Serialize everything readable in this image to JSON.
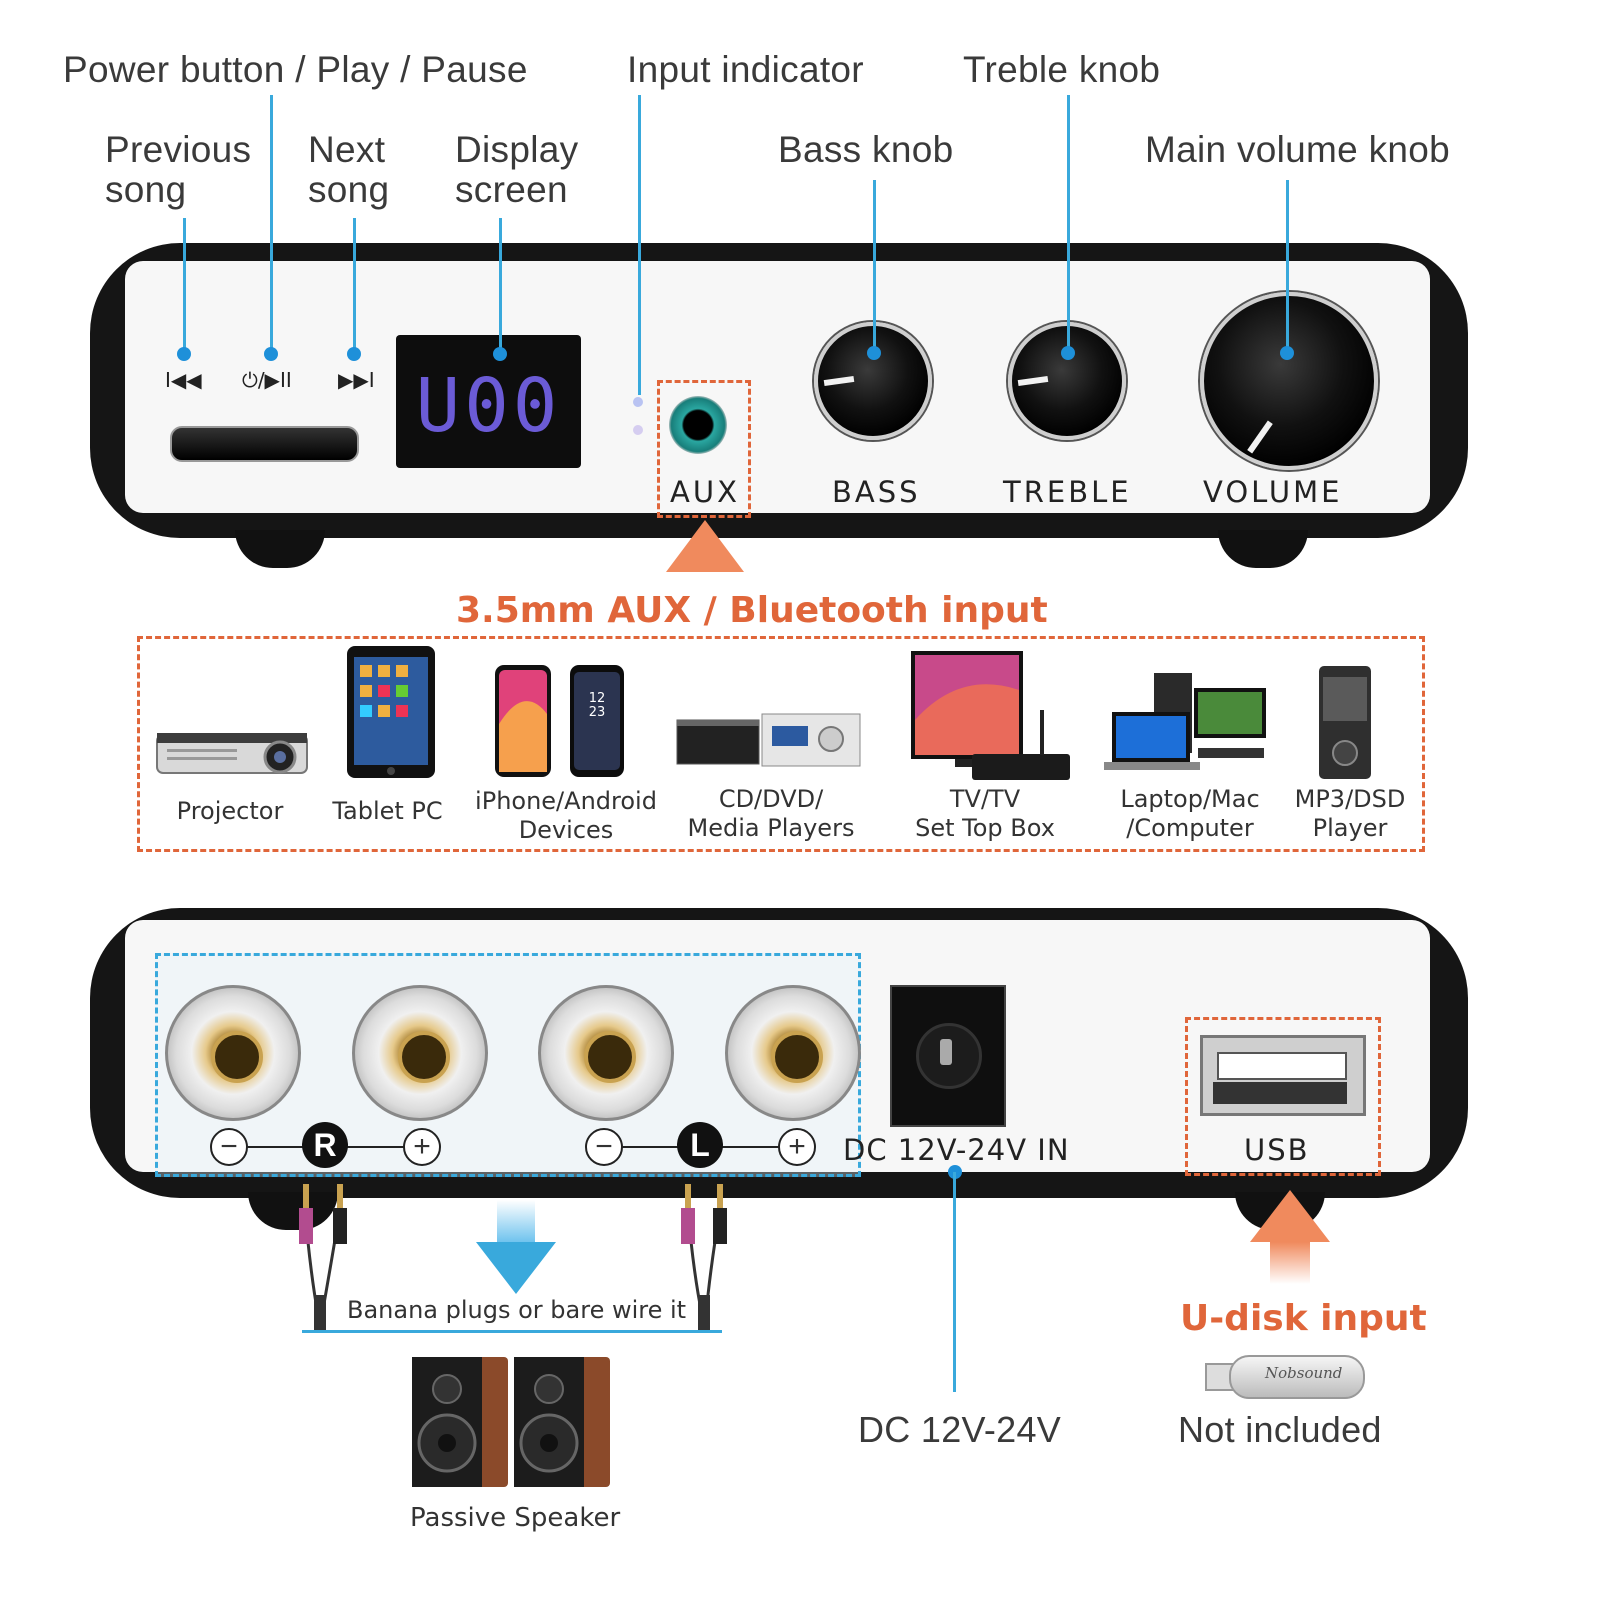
{
  "callouts": {
    "power_play": "Power button /  Play / Pause",
    "input_indicator": "Input indicator",
    "treble_knob": "Treble knob",
    "previous_song": "Previous\nsong",
    "next_song": "Next\nsong",
    "display_screen": "Display\nscreen",
    "bass_knob": "Bass knob",
    "main_volume_knob": "Main volume knob"
  },
  "front_panel": {
    "prev_symbol": "I◀◀",
    "play_symbol": "⏻/▶II",
    "next_symbol": "▶▶I",
    "display_value": "U00",
    "aux_label": "AUX",
    "bass_label": "BASS",
    "treble_label": "TREBLE",
    "volume_label": "VOLUME"
  },
  "input_section": {
    "title": "3.5mm AUX / Bluetooth input",
    "devices": [
      {
        "label": "Projector",
        "icon": "projector-icon"
      },
      {
        "label": "Tablet PC",
        "icon": "tablet-icon"
      },
      {
        "label": "iPhone/Android\nDevices",
        "icon": "smartphone-icon"
      },
      {
        "label": "CD/DVD/\nMedia Players",
        "icon": "media-player-icon"
      },
      {
        "label": "TV/TV\nSet Top Box",
        "icon": "tv-icon"
      },
      {
        "label": "Laptop/Mac\n/Computer",
        "icon": "computer-icon"
      },
      {
        "label": "MP3/DSD\nPlayer",
        "icon": "mp3-player-icon"
      }
    ]
  },
  "rear_panel": {
    "minus": "−",
    "plus": "+",
    "right_channel": "R",
    "left_channel": "L",
    "dc_label": "DC 12V-24V IN",
    "usb_label": "USB"
  },
  "bottom": {
    "banana_text": "Banana plugs or bare wire it",
    "speaker_caption": "Passive Speaker",
    "dc_caption": "DC 12V-24V",
    "udisk_title": "U-disk input",
    "udisk_note": "Not included",
    "udisk_brand": "Nobsound"
  },
  "colors": {
    "callout_blue": "#39a9dc",
    "accent_orange": "#e0663a",
    "display_digits": "#6b5bd6"
  }
}
